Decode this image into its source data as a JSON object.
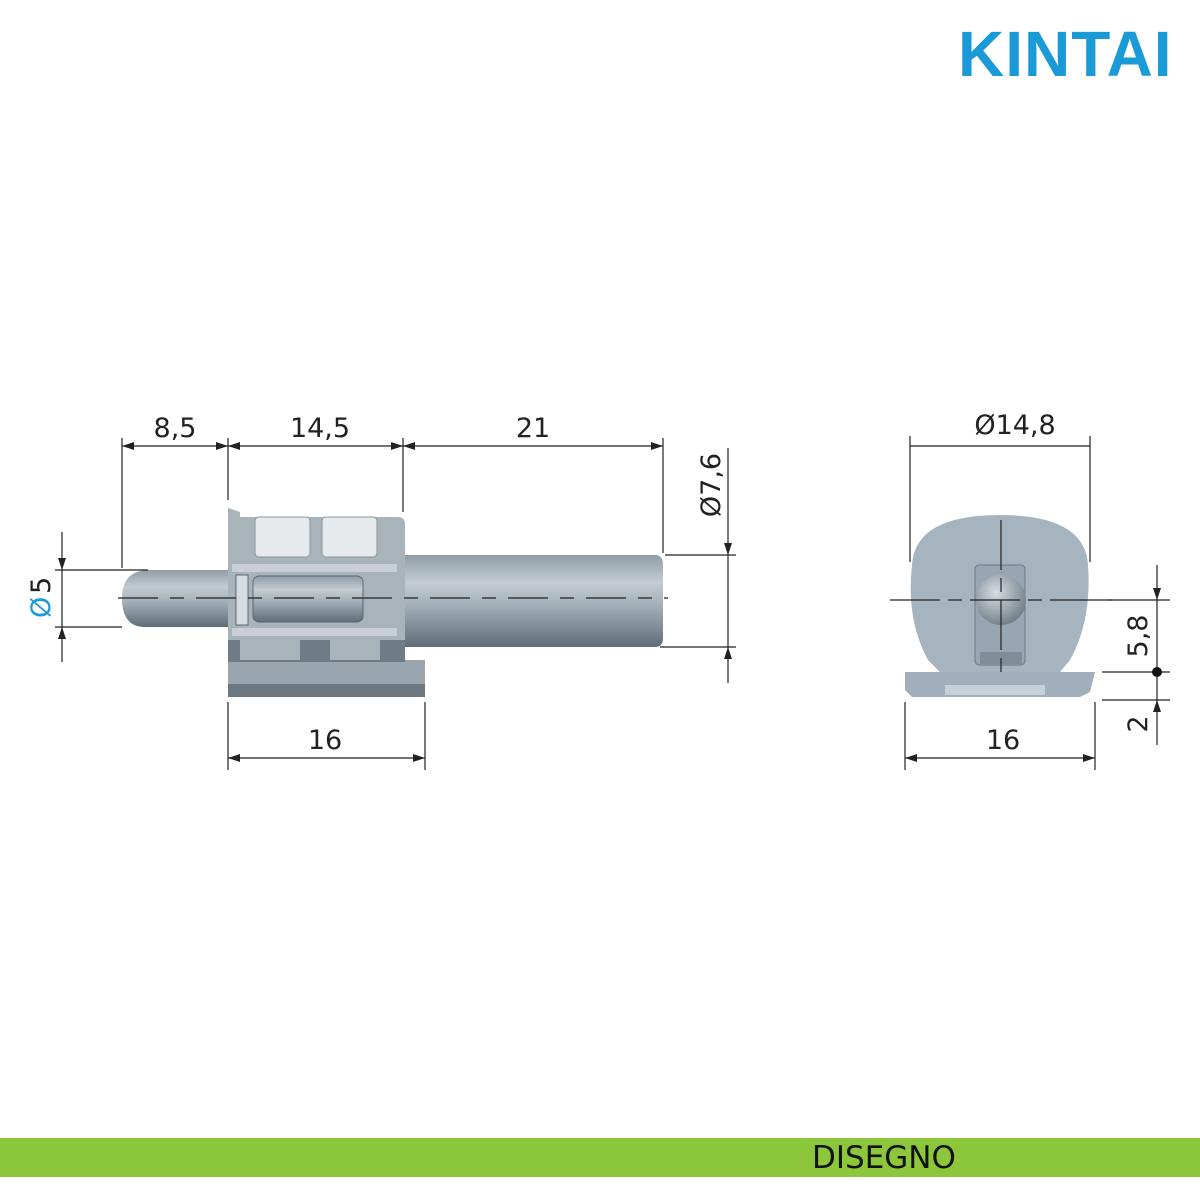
{
  "brand": {
    "logo_text": "KINTAI",
    "color": "#1a9ad6"
  },
  "footer": {
    "label": "DISEGNO",
    "color": "#8cc63a"
  },
  "side_view": {
    "dims": {
      "pin_length": "8,5",
      "body_length": "14,5",
      "shaft_length": "21",
      "base_length": "16",
      "pin_diameter_symbol": "Ø",
      "pin_diameter": "5",
      "shaft_diameter": "Ø7,6"
    }
  },
  "front_view": {
    "dims": {
      "head_diameter": "Ø14,8",
      "base_width": "16",
      "center_height": "5,8",
      "base_thickness": "2"
    }
  }
}
